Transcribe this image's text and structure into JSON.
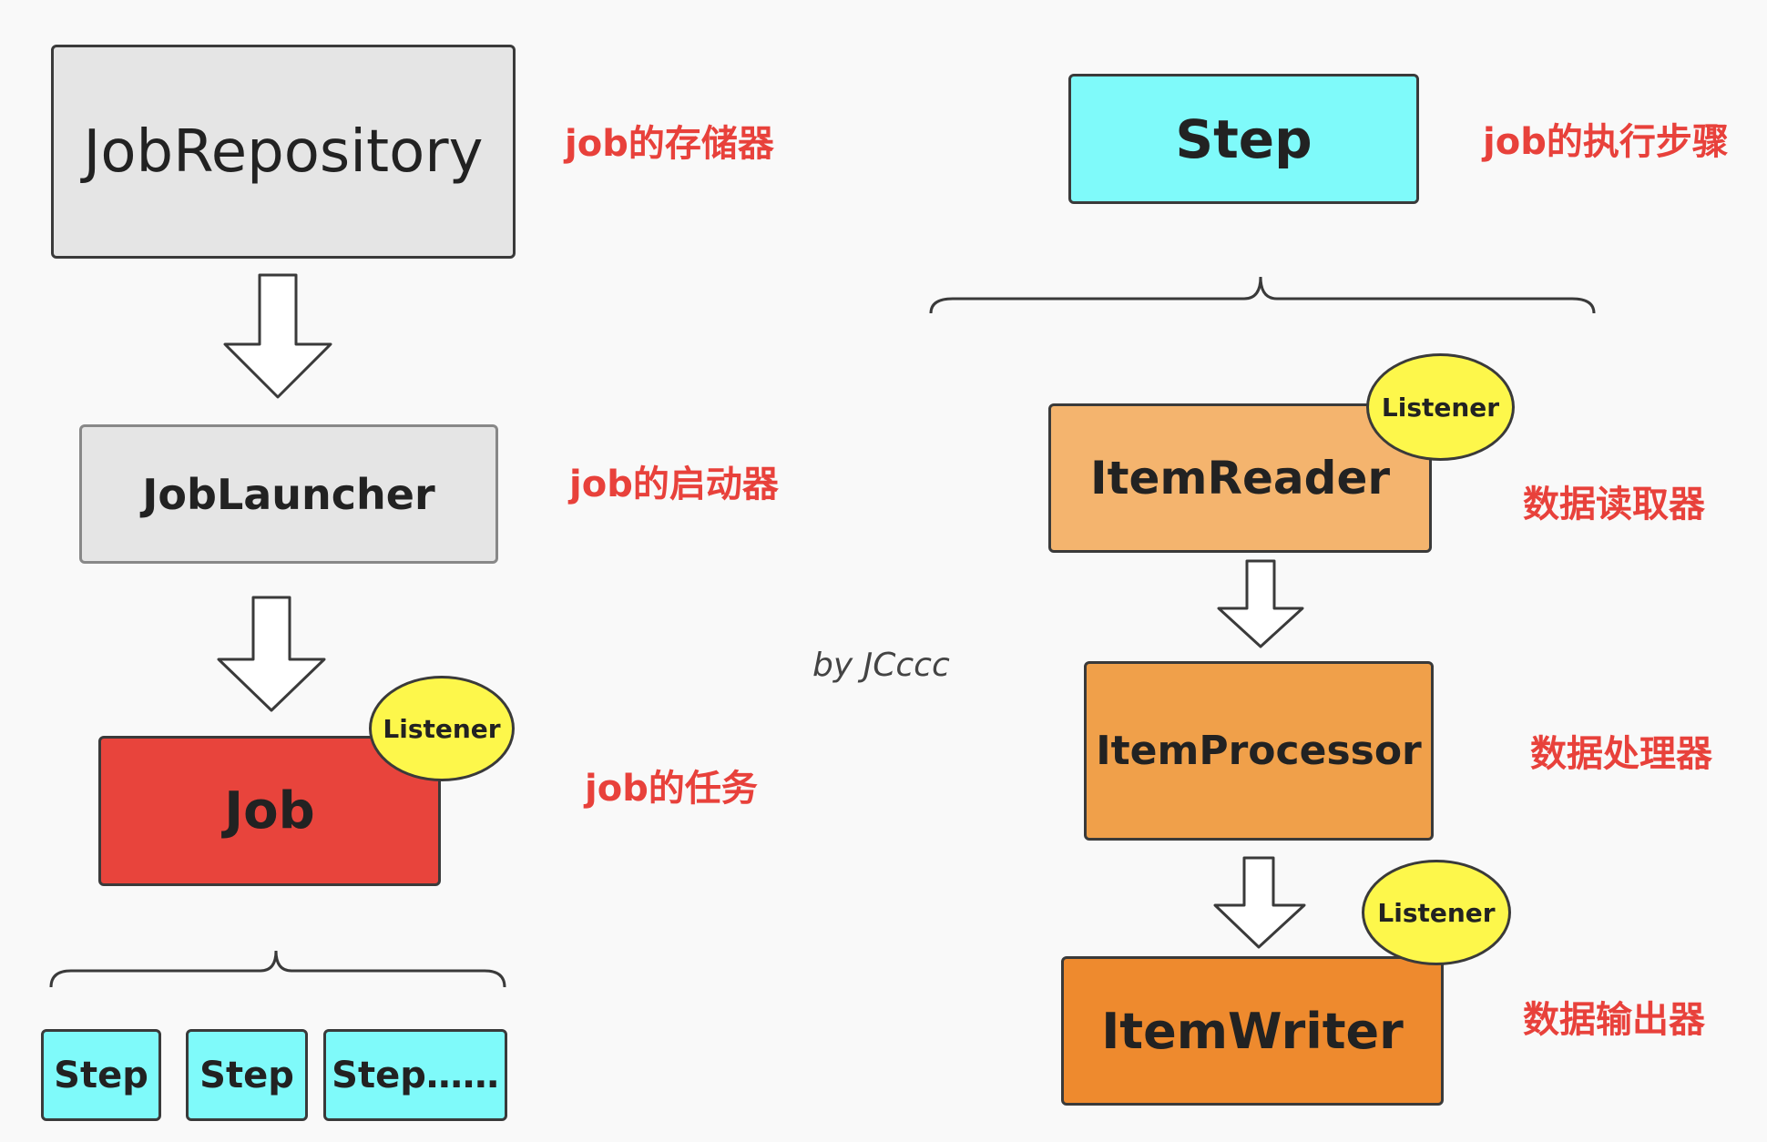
{
  "left": {
    "job_repository": {
      "label": "JobRepository",
      "note": "job的存储器"
    },
    "job_launcher": {
      "label": "JobLauncher",
      "note": "job的启动器"
    },
    "job": {
      "label": "Job",
      "note": "job的任务",
      "listener": "Listener"
    },
    "steps": [
      "Step",
      "Step",
      "Step……"
    ]
  },
  "right": {
    "step": {
      "label": "Step",
      "note": "job的执行步骤"
    },
    "item_reader": {
      "label": "ItemReader",
      "note": "数据读取器",
      "listener": "Listener"
    },
    "item_processor": {
      "label": "ItemProcessor",
      "note": "数据处理器"
    },
    "item_writer": {
      "label": "ItemWriter",
      "note": "数据输出器",
      "listener": "Listener"
    }
  },
  "credit": "by JCccc",
  "colors": {
    "repository": "#e5e5e5",
    "launcher": "#e5e5e5",
    "job": "#e8443c",
    "step": "#7ffafa",
    "reader": "#f4b46e",
    "processor": "#f0a04a",
    "writer": "#ee8a2e",
    "listener": "#fdf74b",
    "note": "#e8413b"
  }
}
